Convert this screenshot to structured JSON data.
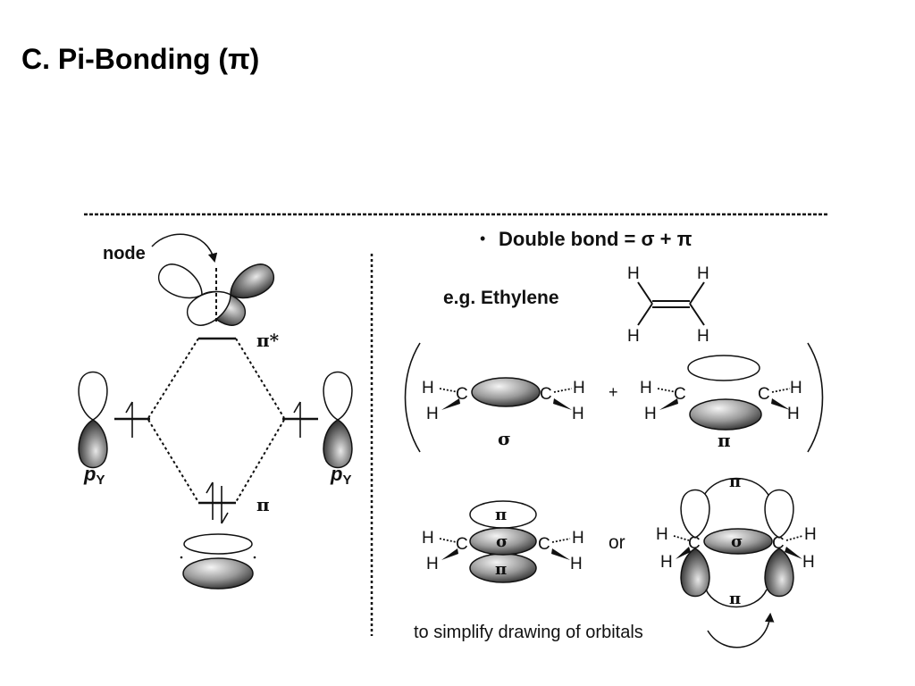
{
  "slide": {
    "title": "C. Pi-Bonding (π)"
  },
  "mo_diagram": {
    "node_label": "node",
    "pi_star_label": "π*",
    "pi_label": "π",
    "left_orbital_label": "p",
    "left_orbital_subscript": "Y",
    "right_orbital_label": "p",
    "right_orbital_subscript": "Y"
  },
  "double_bond": {
    "bullet": "•",
    "heading": "Double bond = σ + π",
    "example_label": "e.g.  Ethylene",
    "atom_h": "H",
    "atom_c": "C",
    "plus": "+",
    "sigma_label": "σ",
    "pi_label": "π",
    "or_label": "or",
    "simplify_note": "to simplify drawing of orbitals"
  },
  "colors": {
    "lobe_dark": "#2a2a2a",
    "lobe_light": "#ffffff",
    "line": "#111111"
  }
}
